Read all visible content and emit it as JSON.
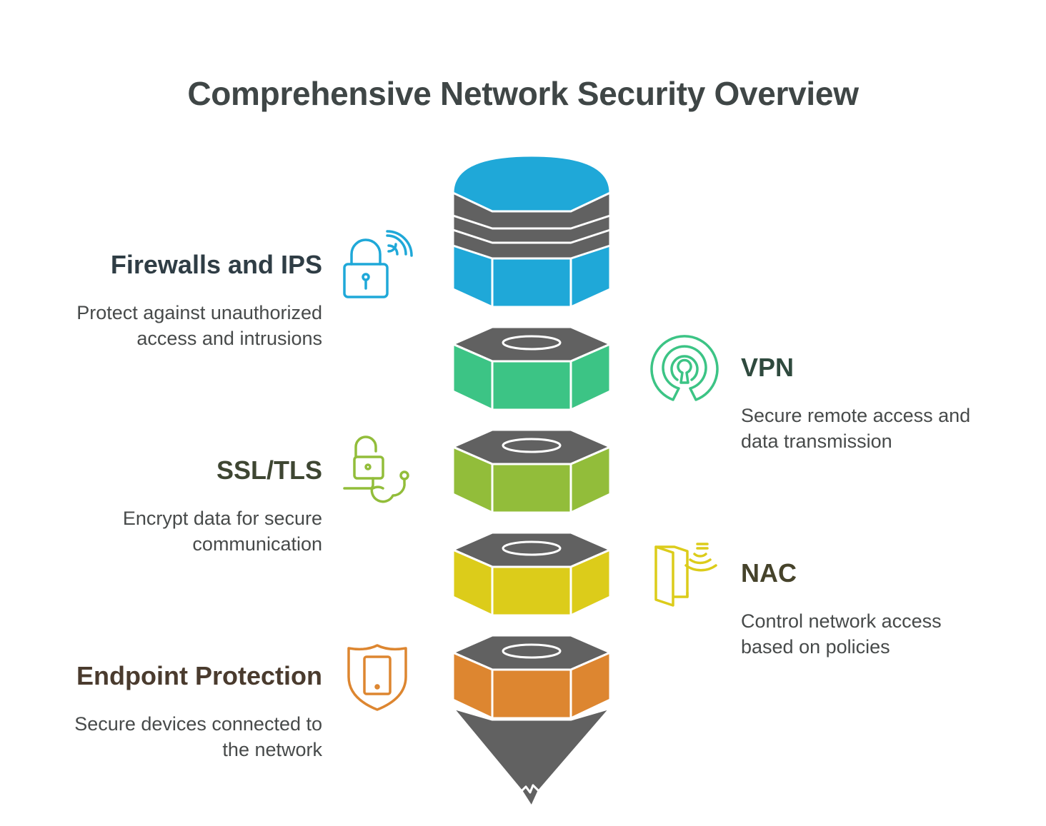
{
  "title": "Comprehensive Network Security Overview",
  "colors": {
    "stroke": "#ffffff",
    "top_gray": "#616161",
    "firewalls": "#1fa8d8",
    "vpn": "#3cc485",
    "ssl": "#92bd3a",
    "nac": "#dccc1a",
    "endpoint": "#dd8630",
    "heading_firewalls": "#2f3d45",
    "heading_vpn": "#2f4a3e",
    "heading_ssl": "#3e4632",
    "heading_nac": "#46432b",
    "heading_endpoint": "#4a3b2e"
  },
  "items": [
    {
      "key": "firewalls",
      "heading": "Firewalls and IPS",
      "description_line1": "Protect against unauthorized",
      "description_line2": "access and intrusions",
      "icon": "lock-wifi-icon"
    },
    {
      "key": "vpn",
      "heading": "VPN",
      "description_line1": "Secure remote access and",
      "description_line2": "data transmission",
      "icon": "keyhole-signal-icon"
    },
    {
      "key": "ssl",
      "heading": "SSL/TLS",
      "description_line1": "Encrypt data for secure",
      "description_line2": "communication",
      "icon": "open-lock-cable-icon"
    },
    {
      "key": "nac",
      "heading": "NAC",
      "description_line1": "Control network access",
      "description_line2": "based on policies",
      "icon": "door-access-icon"
    },
    {
      "key": "endpoint",
      "heading": "Endpoint Protection",
      "description_line1": "Secure devices connected to",
      "description_line2": "the network",
      "icon": "shield-device-icon"
    }
  ]
}
